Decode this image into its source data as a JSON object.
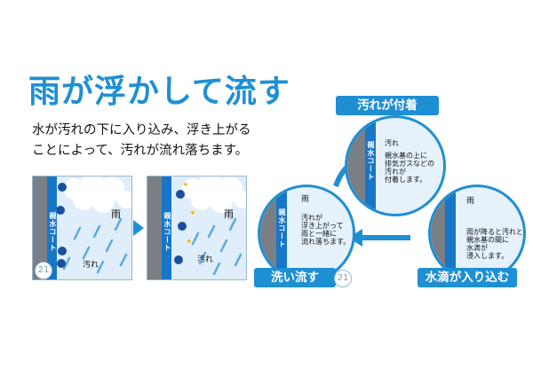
{
  "title": "雨が浮かして流す",
  "description_lines": [
    "水が汚れの下に入り込み、浮き上がる",
    "ことによって、汚れが流れ落ちます。"
  ],
  "panel_left": {
    "number": "21",
    "coat_label": "親水コート",
    "rain_label": "雨",
    "dirt_label": "汚れ"
  },
  "panel_right": {
    "coat_label": "親水コート",
    "rain_label": "雨",
    "dirt_label": "汚れ"
  },
  "cycle": {
    "top": {
      "tag": "汚れが付着",
      "dirt_label": "汚れ",
      "desc_lines": [
        "親水基の上に",
        "排気ガスなどの",
        "汚れが",
        "付着します。"
      ],
      "coat_label": "親水コート"
    },
    "right": {
      "tag": "水滴が入り込む",
      "rain_label": "雨",
      "desc_lines": [
        "雨が降ると汚れと",
        "親水基の間に",
        "水滴が",
        "浸入します。"
      ]
    },
    "left": {
      "tag": "洗い流す",
      "number": "21",
      "coat_label": "親水コート",
      "rain_label": "雨",
      "desc_lines": [
        "汚れが",
        "浮き上がって",
        "雨と一緒に",
        "流れ落ちます。"
      ]
    }
  },
  "colors": {
    "accent": "#1f8fd3",
    "coat": "#1876c8",
    "background": "#ffffff"
  }
}
